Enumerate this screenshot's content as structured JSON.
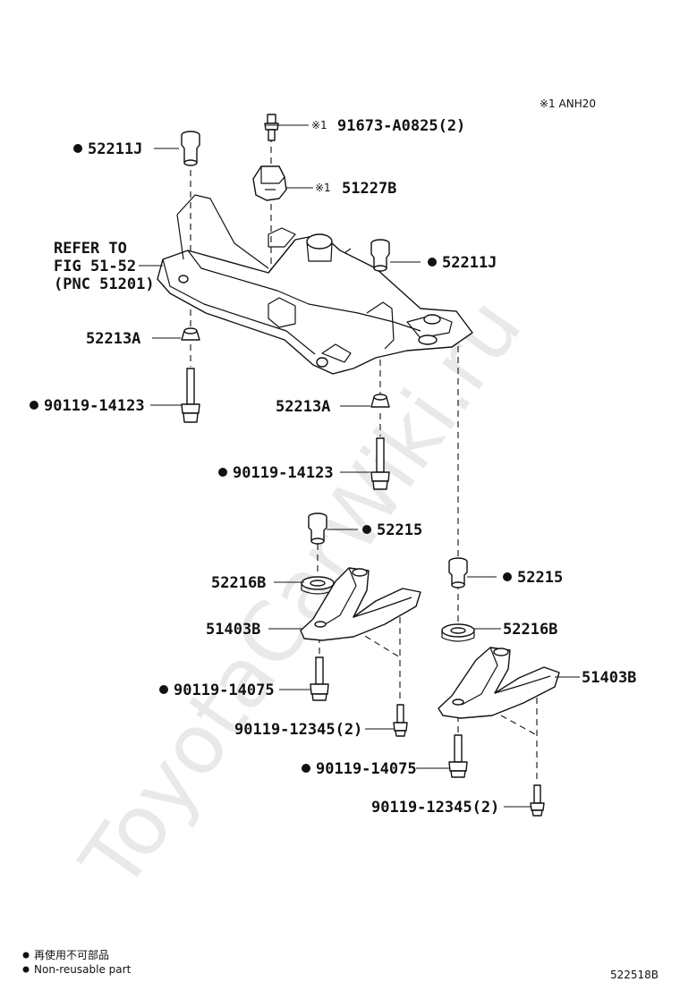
{
  "watermark": "ToyotaCarWiki.ru",
  "note": "※1 ANH20",
  "refer_note": {
    "line1": "REFER TO",
    "line2": "FIG 51-52",
    "line3": "(PNC 51201)"
  },
  "legend": {
    "line1": "再使用不可部品",
    "line2": "Non-reusable part"
  },
  "figure_id": "522518B",
  "callouts": [
    {
      "id": "c1",
      "part": "91673-A0825(2)",
      "prefix": "※1",
      "bullet": false
    },
    {
      "id": "c2",
      "part": "52211J",
      "prefix": "",
      "bullet": true
    },
    {
      "id": "c3",
      "part": "51227B",
      "prefix": "※1",
      "bullet": false
    },
    {
      "id": "c4",
      "part": "52211J",
      "prefix": "",
      "bullet": true
    },
    {
      "id": "c5",
      "part": "52213A",
      "prefix": "",
      "bullet": false
    },
    {
      "id": "c6",
      "part": "90119-14123",
      "prefix": "",
      "bullet": true
    },
    {
      "id": "c7",
      "part": "52213A",
      "prefix": "",
      "bullet": false
    },
    {
      "id": "c8",
      "part": "90119-14123",
      "prefix": "",
      "bullet": true
    },
    {
      "id": "c9",
      "part": "52215",
      "prefix": "",
      "bullet": true
    },
    {
      "id": "c10",
      "part": "52216B",
      "prefix": "",
      "bullet": false
    },
    {
      "id": "c11",
      "part": "52215",
      "prefix": "",
      "bullet": true
    },
    {
      "id": "c12",
      "part": "51403B",
      "prefix": "",
      "bullet": false
    },
    {
      "id": "c13",
      "part": "52216B",
      "prefix": "",
      "bullet": false
    },
    {
      "id": "c14",
      "part": "51403B",
      "prefix": "",
      "bullet": false
    },
    {
      "id": "c15",
      "part": "90119-14075",
      "prefix": "",
      "bullet": true
    },
    {
      "id": "c16",
      "part": "90119-12345(2)",
      "prefix": "",
      "bullet": false
    },
    {
      "id": "c17",
      "part": "90119-14075",
      "prefix": "",
      "bullet": true
    },
    {
      "id": "c18",
      "part": "90119-12345(2)",
      "prefix": "",
      "bullet": false
    }
  ]
}
